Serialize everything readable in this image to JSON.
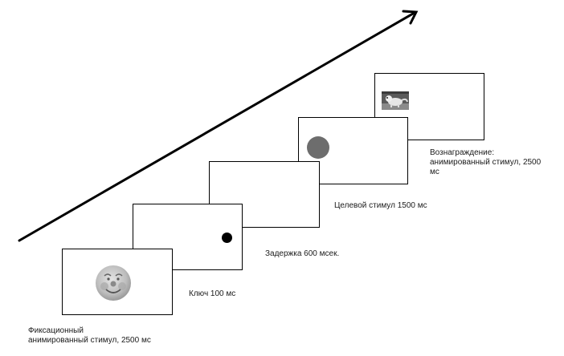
{
  "stages": [
    {
      "id": "fixation",
      "label_lines": [
        "Фиксационный",
        "анимированный стимул, 2500 мс"
      ],
      "icon": "smiley-face-icon"
    },
    {
      "id": "cue",
      "label_lines": [
        "Ключ 100 мс"
      ],
      "icon": "black-dot-icon"
    },
    {
      "id": "delay",
      "label_lines": [
        "Задержка 600 мсек."
      ],
      "icon": ""
    },
    {
      "id": "target",
      "label_lines": [
        "Целевой стимул 1500 мс"
      ],
      "icon": "gray-circle-icon"
    },
    {
      "id": "reward",
      "label_lines": [
        "Вознаграждение:",
        "анимированный стимул, 2500",
        "мс"
      ],
      "icon": "animated-animal-image"
    }
  ],
  "colors": {
    "frame_border": "#000000",
    "arrow": "#000000",
    "target_disc": "#6d6d6d",
    "cue_dot": "#000000",
    "text": "#1a1a1a"
  }
}
